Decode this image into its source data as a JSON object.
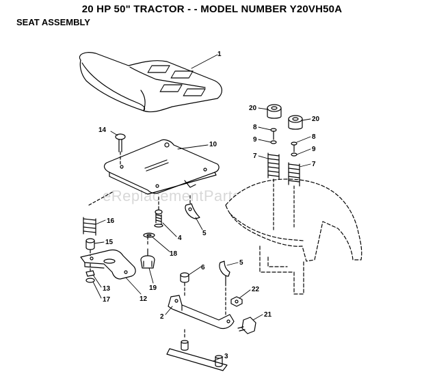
{
  "title": "20 HP 50\" TRACTOR - - MODEL NUMBER Y20VH50A",
  "subtitle": "SEAT ASSEMBLY",
  "watermark": "eReplacementParts.com",
  "callouts": [
    {
      "id": "c1",
      "label": "1"
    },
    {
      "id": "c14",
      "label": "14"
    },
    {
      "id": "c10",
      "label": "10"
    },
    {
      "id": "c20a",
      "label": "20"
    },
    {
      "id": "c20b",
      "label": "20"
    },
    {
      "id": "c8a",
      "label": "8"
    },
    {
      "id": "c8b",
      "label": "8"
    },
    {
      "id": "c9a",
      "label": "9"
    },
    {
      "id": "c9b",
      "label": "9"
    },
    {
      "id": "c7a",
      "label": "7"
    },
    {
      "id": "c7b",
      "label": "7"
    },
    {
      "id": "c16",
      "label": "16"
    },
    {
      "id": "c15",
      "label": "15"
    },
    {
      "id": "c4",
      "label": "4"
    },
    {
      "id": "c5a",
      "label": "5"
    },
    {
      "id": "c5b",
      "label": "5"
    },
    {
      "id": "c18",
      "label": "18"
    },
    {
      "id": "c6",
      "label": "6"
    },
    {
      "id": "c13",
      "label": "13"
    },
    {
      "id": "c17",
      "label": "17"
    },
    {
      "id": "c12",
      "label": "12"
    },
    {
      "id": "c19",
      "label": "19"
    },
    {
      "id": "c22",
      "label": "22"
    },
    {
      "id": "c2",
      "label": "2"
    },
    {
      "id": "c21",
      "label": "21"
    },
    {
      "id": "c3",
      "label": "3"
    }
  ]
}
